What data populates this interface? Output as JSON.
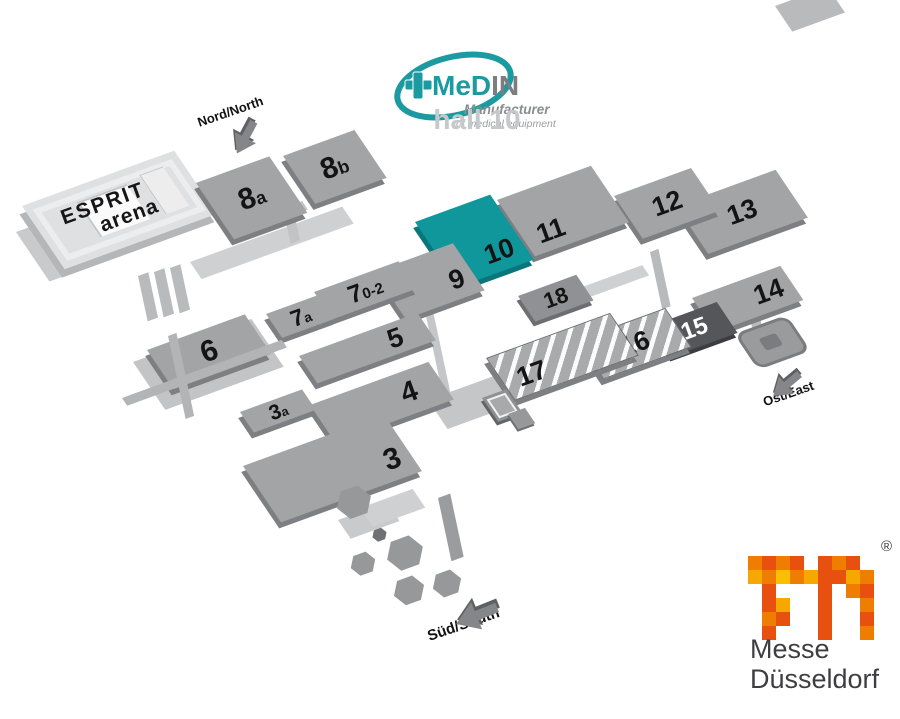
{
  "header": {
    "medin": {
      "brand_teal": "MeD",
      "brand_gray": "IN",
      "tagline_line1": "Manufacturer",
      "tagline_line2": "of medical equipment",
      "hall_note": "hall 10",
      "accent_color": "#1b9aa1"
    }
  },
  "map": {
    "arena": {
      "line1": "ESPRIT",
      "line2": "arena"
    },
    "directions": {
      "north": "Nord/North",
      "east": "Ost/East",
      "south": "Süd/South"
    },
    "highlighted_hall": "10",
    "colors": {
      "highlight": "#0f979c",
      "hall_gray": "#a3a4a6",
      "dark_hall": "#55565a",
      "road": "#c9cacc"
    },
    "halls": [
      {
        "id": "8a",
        "num": "8",
        "suffix": "a",
        "style": "gray"
      },
      {
        "id": "8b",
        "num": "8",
        "suffix": "b",
        "style": "gray"
      },
      {
        "id": "9",
        "num": "9",
        "suffix": "",
        "style": "gray"
      },
      {
        "id": "10",
        "num": "10",
        "suffix": "",
        "style": "highlight"
      },
      {
        "id": "11",
        "num": "11",
        "suffix": "",
        "style": "gray"
      },
      {
        "id": "12",
        "num": "12",
        "suffix": "",
        "style": "gray"
      },
      {
        "id": "13",
        "num": "13",
        "suffix": "",
        "style": "gray"
      },
      {
        "id": "14",
        "num": "14",
        "suffix": "",
        "style": "gray"
      },
      {
        "id": "15",
        "num": "15",
        "suffix": "",
        "style": "dark"
      },
      {
        "id": "16",
        "num": "16",
        "suffix": "",
        "style": "hatched"
      },
      {
        "id": "17",
        "num": "17",
        "suffix": "",
        "style": "hatched"
      },
      {
        "id": "18",
        "num": "18",
        "suffix": "",
        "style": "gray-mid"
      },
      {
        "id": "7a",
        "num": "7",
        "suffix": "a",
        "style": "gray"
      },
      {
        "id": "7_0-2",
        "num": "7",
        "suffix": "0-2",
        "style": "gray"
      },
      {
        "id": "6",
        "num": "6",
        "suffix": "",
        "style": "gray"
      },
      {
        "id": "5",
        "num": "5",
        "suffix": "",
        "style": "gray"
      },
      {
        "id": "4",
        "num": "4",
        "suffix": "",
        "style": "gray"
      },
      {
        "id": "3a",
        "num": "3",
        "suffix": "a",
        "style": "gray"
      },
      {
        "id": "3",
        "num": "3",
        "suffix": "",
        "style": "gray"
      }
    ]
  },
  "footer_logo": {
    "registered": "®",
    "line1": "Messe",
    "line2": "Düsseldorf",
    "palette": [
      "#e8500f",
      "#ef7d00",
      "#f6a800",
      "#fbbf00"
    ],
    "text_color": "#3e3d40"
  }
}
